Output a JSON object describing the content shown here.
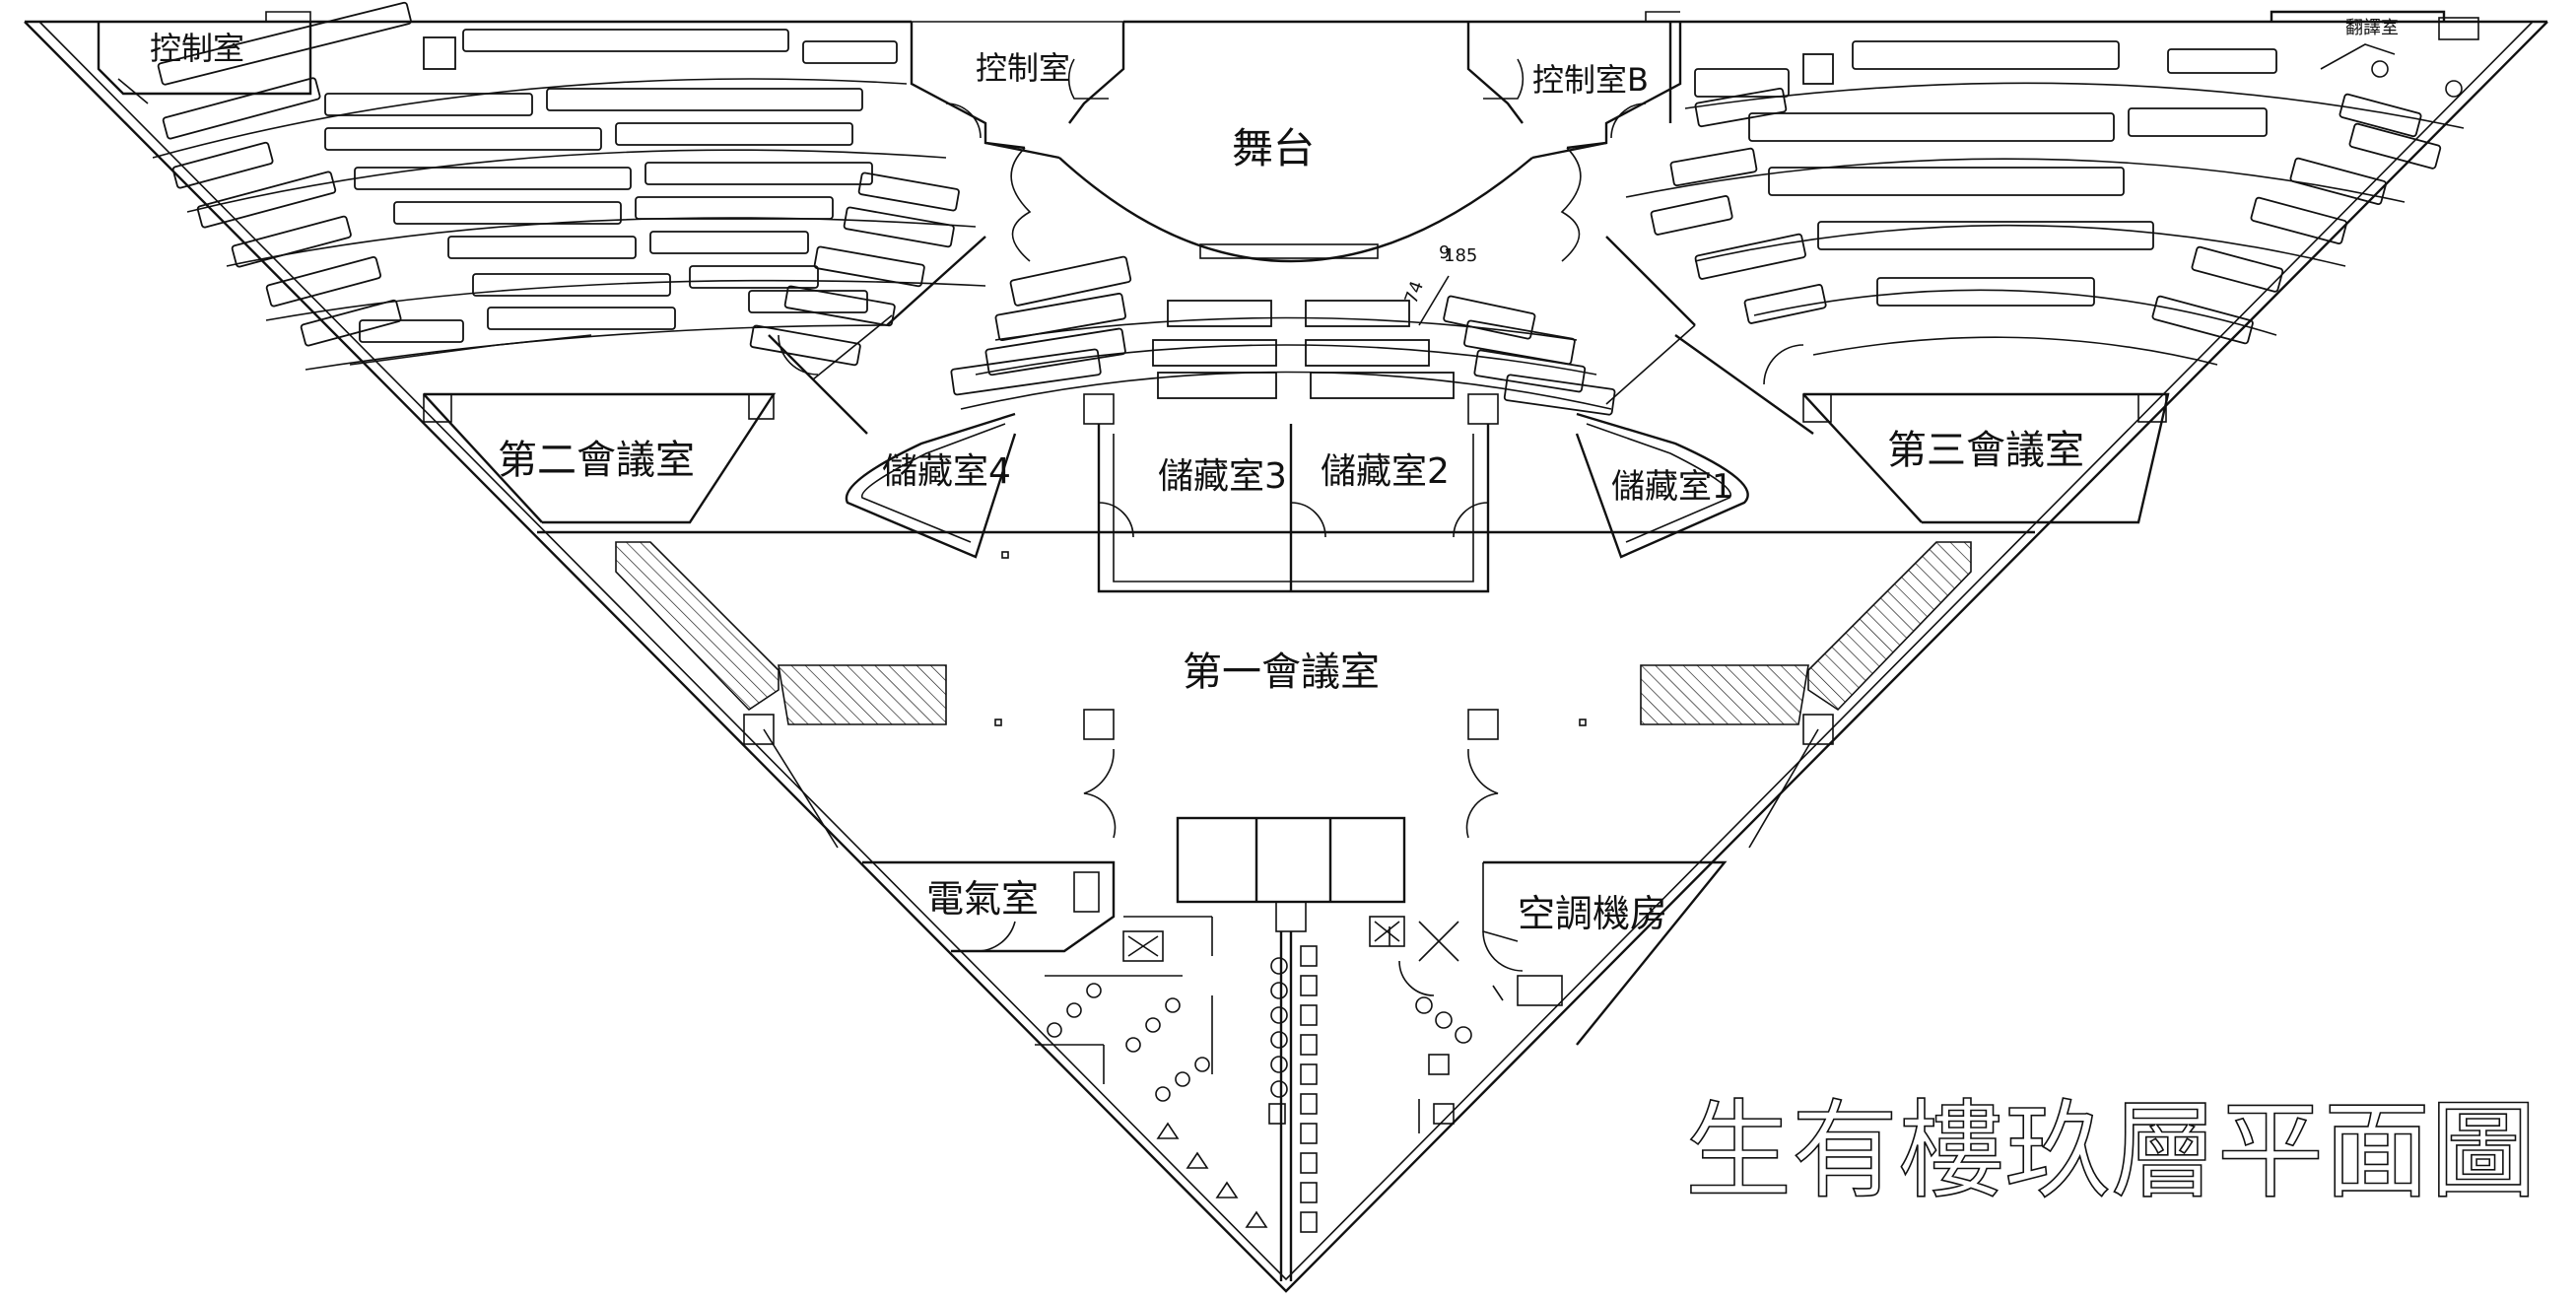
{
  "plan": {
    "title": "生有樓玖層平面圖",
    "rooms": {
      "control_left": "控制室",
      "control_center": "控制室",
      "control_b": "控制室B",
      "translation": "翻譯室",
      "stage": "舞台",
      "meeting_room_1": "第一會議室",
      "meeting_room_2": "第二會議室",
      "meeting_room_3": "第三會議室",
      "storage_1": "儲藏室1",
      "storage_2": "儲藏室2",
      "storage_3": "儲藏室3",
      "storage_4": "儲藏室4",
      "electrical_room": "電氣室",
      "hvac_room": "空調機房"
    },
    "dimensions": {
      "dim_a": "185",
      "dim_b": "74",
      "dim_c": "9"
    }
  }
}
